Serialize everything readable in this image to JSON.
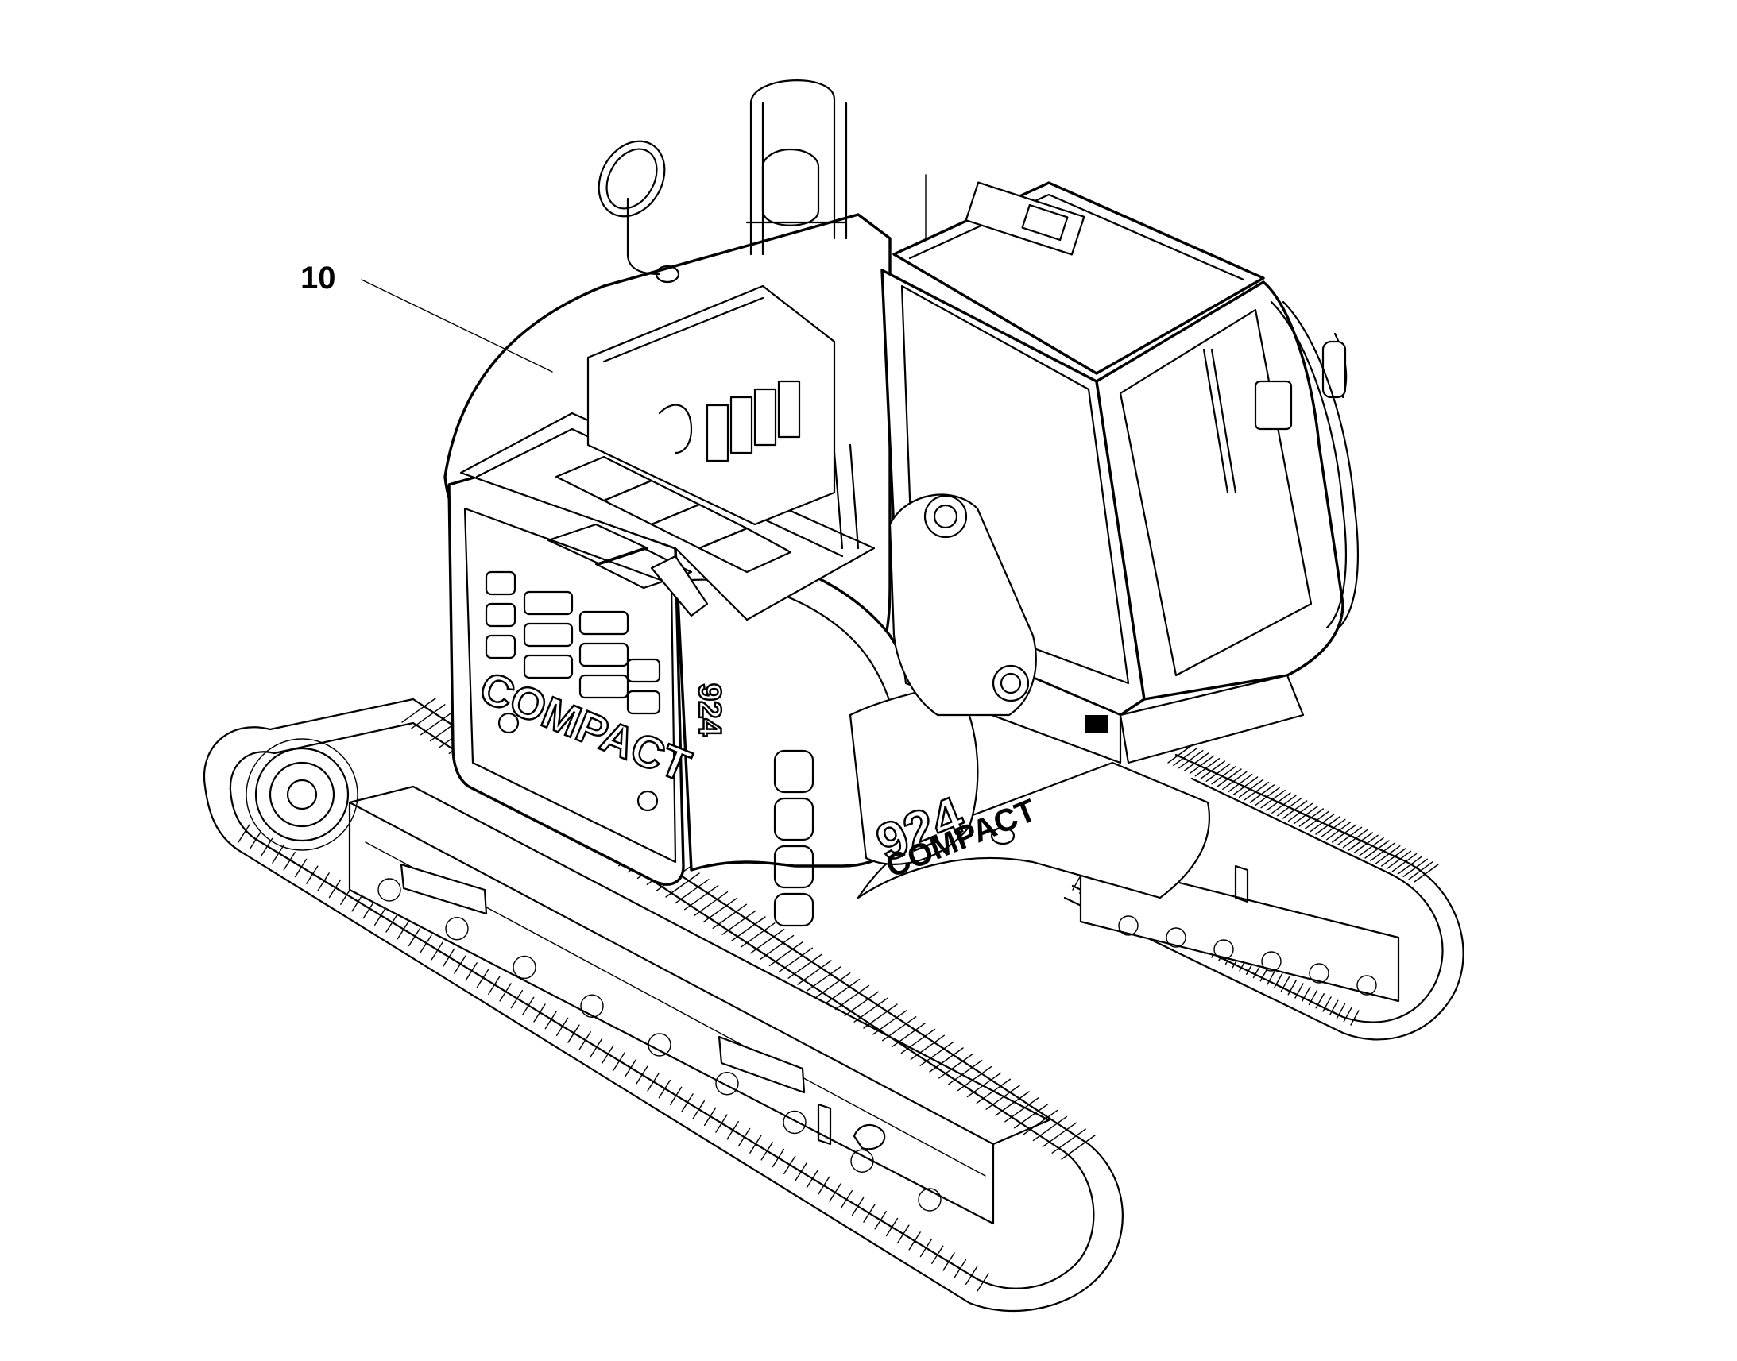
{
  "callouts": [
    {
      "label": "10"
    }
  ],
  "decals": {
    "counterweight_text": "COMPACT",
    "model_number": "924",
    "model_subtext": "COMPACT",
    "side_model": "924"
  }
}
